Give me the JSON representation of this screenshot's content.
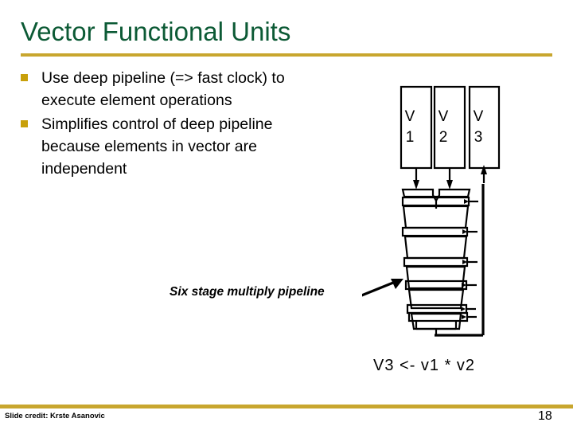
{
  "slide": {
    "title": "Vector Functional Units",
    "page_number": "18",
    "credit": "Slide credit: Krste Asanovic",
    "accent_color": "#C8A62E",
    "title_color": "#0C5A35",
    "bullet_marker_color": "#C8A00A"
  },
  "bullets": [
    {
      "text": "Use deep pipeline (=> fast clock) to execute element operations"
    },
    {
      "text": "Simplifies control of deep pipeline because elements in vector are independent"
    }
  ],
  "diagram": {
    "caption": "Six stage multiply pipeline",
    "equation": "V3 <- v1 * v2",
    "registers": [
      {
        "name_line1": "V",
        "name_line2": "1"
      },
      {
        "name_line1": "V",
        "name_line2": "2"
      },
      {
        "name_line1": "V",
        "name_line2": "3"
      }
    ],
    "stage_count": 6,
    "stroke_color": "#000000"
  }
}
